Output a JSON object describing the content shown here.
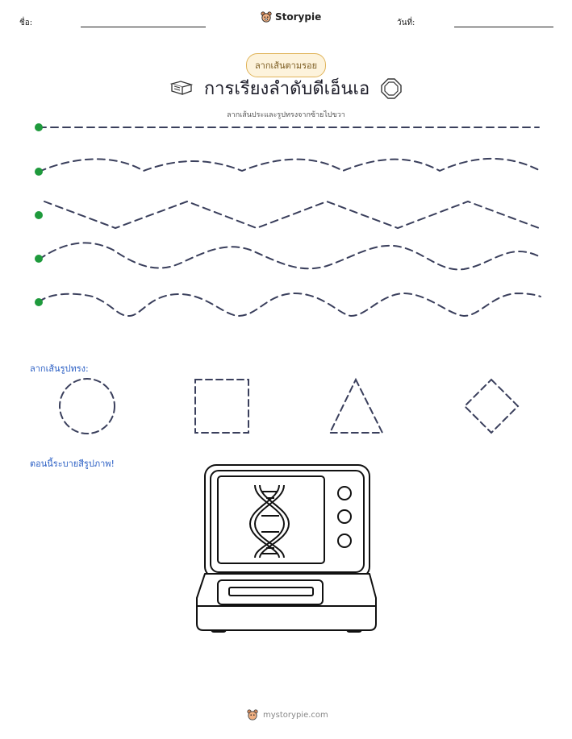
{
  "header": {
    "name_label": "ชื่อ:",
    "date_label": "วันที่:",
    "logo_text": "Storypie"
  },
  "badge": "ลากเส้นตามรอย",
  "title": "การเรียงลำดับดีเอ็นเอ",
  "subtitle": "ลากเส้นประและรูปทรงจากซ้ายไปขวา",
  "icons": {
    "left": "book-icon",
    "right": "octagon-icon"
  },
  "tracing_lines": [
    "straight",
    "wave",
    "zigzag",
    "wave",
    "bumpy"
  ],
  "shapes_section": {
    "label": "ลากเส้นรูปทรง:",
    "shapes": [
      "circle",
      "square",
      "triangle",
      "diamond"
    ]
  },
  "coloring_section": {
    "label": "ตอนนี้ระบายสีรูปภาพ!",
    "image": "dna-sequencer-machine"
  },
  "footer": {
    "text": "mystorypie.com"
  },
  "colors": {
    "dot": "#1e9a3c",
    "dash": "#3a3f5c",
    "accent": "#2b5fc4"
  }
}
